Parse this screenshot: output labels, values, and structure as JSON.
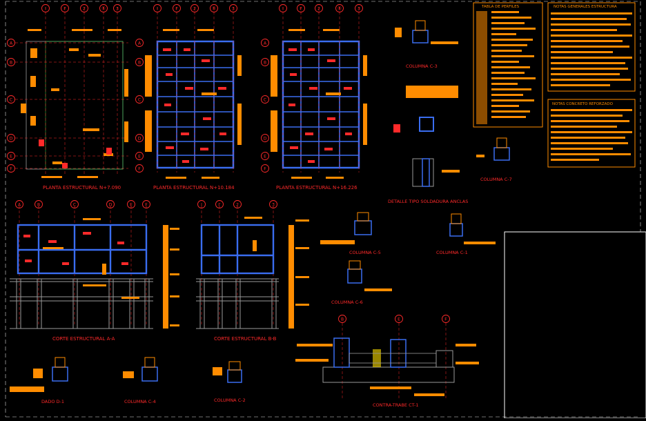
{
  "colors": {
    "background": "#000000",
    "orange": "#ff8c00",
    "red": "#ff2a2a",
    "blue": "#3a6df0",
    "grey": "#9a9a9a",
    "white": "#ffffff",
    "yellow": "#ffe000",
    "green": "#2fbf4a"
  },
  "plan_axes": {
    "columns_left": [
      "I",
      "I'",
      "2",
      "Ⓑ",
      "3"
    ],
    "columns_mid": [
      "I",
      "I'",
      "2",
      "Ⓑ",
      "3"
    ],
    "columns_right": [
      "I",
      "I'",
      "2",
      "Ⓑ",
      "3"
    ],
    "rows": [
      "A",
      "B",
      "C",
      "D",
      "E",
      "F"
    ]
  },
  "plans": {
    "plan1_title": "PLANTA ESTRUCTURAL N+7.090",
    "plan2_title": "PLANTA ESTRUCTURAL N+10.184",
    "plan3_title": "PLANTA ESTRUCTURAL N+16.226"
  },
  "sections": {
    "aa_axes": [
      "A",
      "B",
      "C",
      "D",
      "E",
      "F"
    ],
    "bb_axes": [
      "I",
      "I'",
      "2",
      "3"
    ],
    "aa_title": "CORTE ESTRUCTURAL A-A",
    "bb_title": "CORTE ESTRUCTURAL B-B"
  },
  "details": {
    "c3": "COLUMNA C-3",
    "c5": "COLUMNA C-5",
    "c1": "COLUMNA C-1",
    "c6": "COLUMNA C-6",
    "c7": "COLUMNA C-7",
    "c4": "COLUMNA C-4",
    "c2": "COLUMNA C-2",
    "d1": "DADO D-1",
    "weld": "DETALLE TIPO SOLDADURA ANCLAS",
    "ct1": "CONTRA-TRABE CT-1",
    "ct1_axes": [
      "B",
      "E",
      "F"
    ]
  },
  "notes": {
    "table_title": "TABLA DE PERFILES",
    "general_title": "NOTAS GENERALES ESTRUCTURA",
    "concrete_title": "NOTAS CONCRETO REFORZADO"
  }
}
